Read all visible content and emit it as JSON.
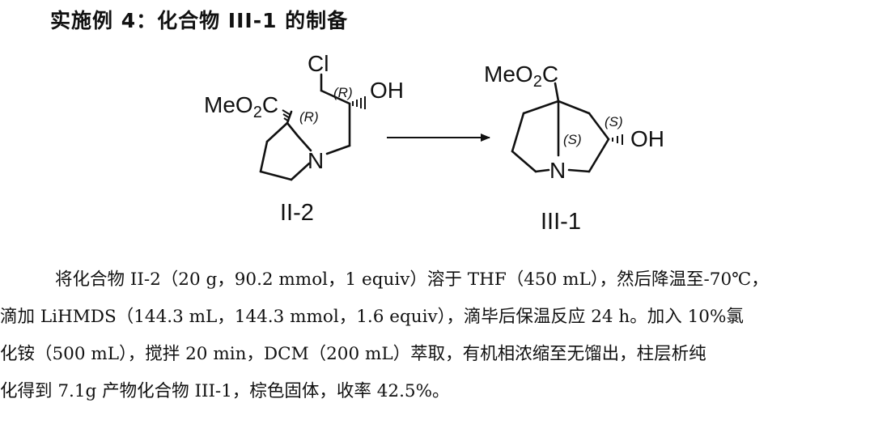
{
  "heading": "实施例 4：化合物 III-1 的制备",
  "scheme": {
    "reactant": {
      "id": "II-2",
      "label_ester": "MeO",
      "label_ester_sub": "2",
      "label_ester_c": "C",
      "label_cl": "Cl",
      "label_oh": "OH",
      "label_n": "N",
      "stereo_1": "(R)",
      "stereo_2": "(R)"
    },
    "product": {
      "id": "III-1",
      "label_ester": "MeO",
      "label_ester_sub": "2",
      "label_ester_c": "C",
      "label_oh": "OH",
      "label_n": "N",
      "stereo_1": "(S)",
      "stereo_2": "(S)"
    },
    "arrow_icon": "reaction-arrow"
  },
  "paragraph": {
    "line1": "将化合物 II-2（20 g，90.2 mmol，1 equiv）溶于 THF（450 mL），然后降温至-70℃，",
    "line2": "滴加 LiHMDS（144.3 mL，144.3 mmol，1.6 equiv），滴毕后保温反应 24 h。加入 10%氯",
    "line3": "化铵（500 mL），搅拌 20 min，DCM（200 mL）萃取，有机相浓缩至无馏出，柱层析纯",
    "line4": "化得到 7.1g 产物化合物 III-1，棕色固体，收率 42.5%。"
  }
}
